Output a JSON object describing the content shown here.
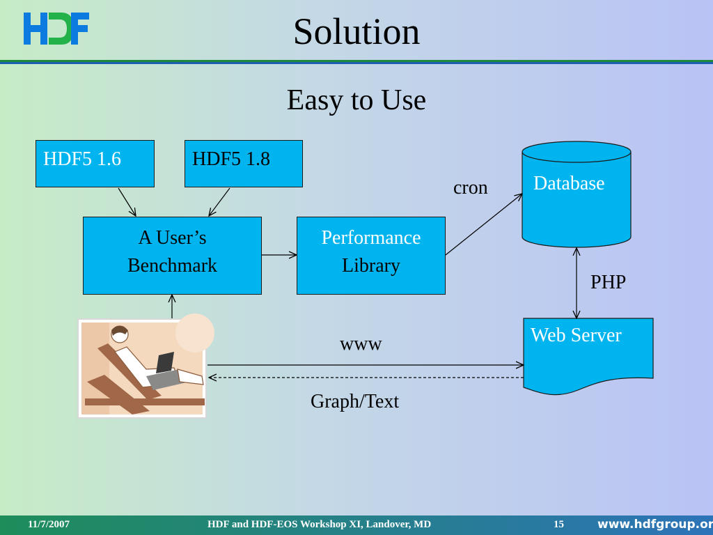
{
  "slide": {
    "title": "Solution",
    "subtitle": "Easy to Use"
  },
  "logo": {
    "alt": "hdf-logo",
    "colors": [
      "#0b7be0",
      "#23b24a"
    ]
  },
  "diagram": {
    "nodes": {
      "hdf5_16": "HDF5 1.6",
      "hdf5_18": "HDF5 1.8",
      "benchmark": [
        "A User’s",
        "Benchmark"
      ],
      "performance": [
        "Performance",
        "Library"
      ],
      "database": "Database",
      "web_server": "Web Server"
    },
    "edge_labels": {
      "cron": "cron",
      "php": "PHP",
      "www": "www",
      "graph_text": "Graph/Text"
    },
    "colors": {
      "node_fill": "#00b4f0",
      "text_on_node": "#ffffff"
    }
  },
  "footer": {
    "date": "11/7/2007",
    "event": "HDF and HDF-EOS Workshop XI, Landover, MD",
    "page": "15",
    "url": "www.hdfgroup.org"
  }
}
